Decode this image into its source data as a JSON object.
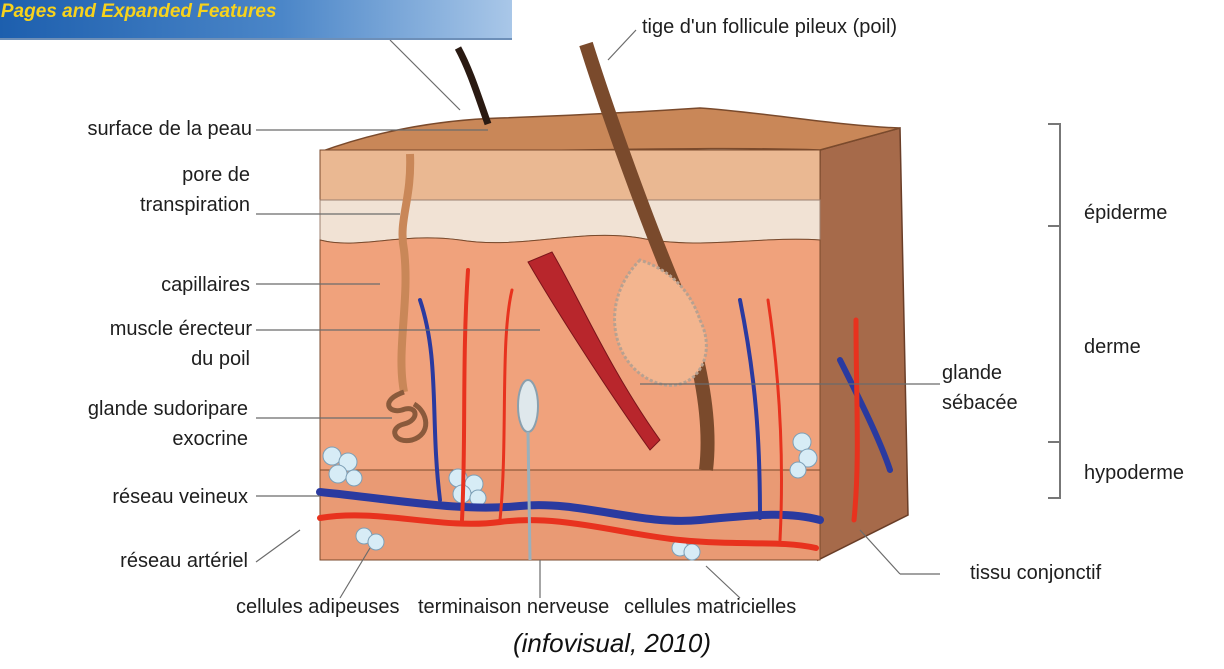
{
  "banner": {
    "text": "d Pages and Expanded Features"
  },
  "labels": {
    "hair_shaft": "tige d'un follicule pileux (poil)",
    "skin_surface": "surface de la peau",
    "sweat_pore_1": "pore de",
    "sweat_pore_2": "transpiration",
    "capillaries": "capillaires",
    "arrector_muscle_1": "muscle érecteur",
    "arrector_muscle_2": "du poil",
    "sweat_gland_1": "glande sudoripare",
    "sweat_gland_2": "exocrine",
    "venous_network": "réseau veineux",
    "arterial_network": "réseau artériel",
    "fat_cells": "cellules adipeuses",
    "nerve_ending": "terminaison nerveuse",
    "matrix_cells": "cellules matricielles",
    "connective_tissue": "tissu conjonctif",
    "sebaceous_1": "glande",
    "sebaceous_2": "sébacée",
    "epidermis": "épiderme",
    "dermis": "derme",
    "hypodermis": "hypoderme"
  },
  "caption": "(infovisual, 2010)",
  "colors": {
    "epidermis": "#e8b890",
    "dermis": "#f0a27c",
    "hypodermis": "#eaa178",
    "vein": "#2a3aa0",
    "artery": "#e8321e",
    "muscle": "#b8262c",
    "hair": "#7a4a2c",
    "fat": "#d7ecf6"
  }
}
